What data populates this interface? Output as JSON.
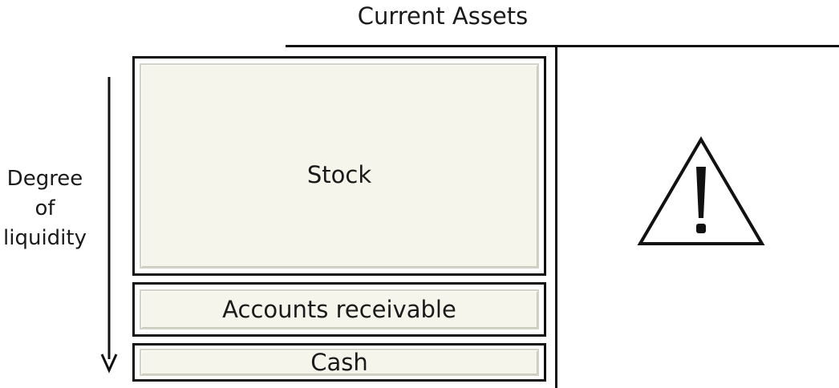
{
  "diagram": {
    "title": "Current Assets",
    "axis_label": {
      "line1": "Degree",
      "line2": "of",
      "line3": "liquidity"
    },
    "boxes": {
      "stock": "Stock",
      "accounts_receivable": "Accounts receivable",
      "cash": "Cash"
    },
    "icons": {
      "warning": "warning-icon",
      "arrow": "down-arrow-icon"
    }
  }
}
